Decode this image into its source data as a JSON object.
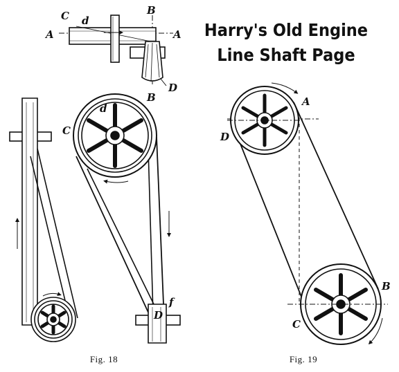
{
  "title": {
    "line1": "Harry's Old Engine",
    "line2": "Line Shaft Page"
  },
  "top_figure": {
    "labels": {
      "a_left": "A",
      "a_right": "A",
      "b_top": "B",
      "b_bottom": "B",
      "c": "C",
      "d_small": "d",
      "d_big": "D"
    }
  },
  "fig18": {
    "caption": "Fig. 18",
    "labels": {
      "c": "C",
      "d_small": "d",
      "d_big": "D",
      "f": "f"
    }
  },
  "fig19": {
    "caption": "Fig. 19",
    "labels": {
      "a": "A",
      "b": "B",
      "c": "C",
      "d": "D"
    }
  },
  "colors": {
    "ink": "#111111",
    "paper": "#ffffff"
  }
}
